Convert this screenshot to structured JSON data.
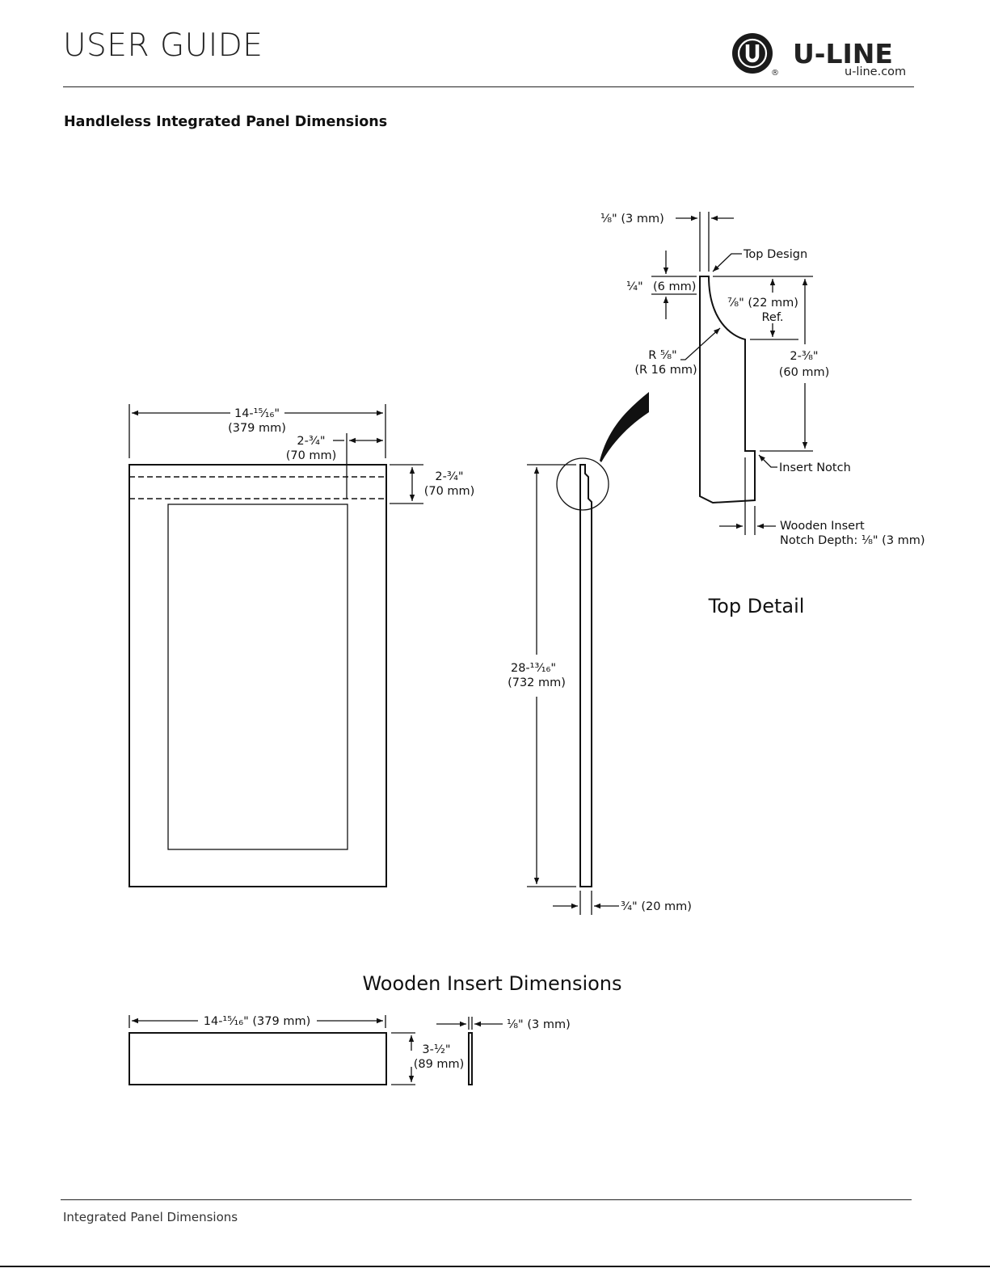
{
  "header": {
    "title": "USER GUIDE",
    "brand": "U-LINE",
    "site": "u-line.com",
    "registered": "®"
  },
  "section_heading": "Handleless Integrated Panel Dimensions",
  "front_view": {
    "width": "14-¹⁵⁄₁₆\"",
    "width_mm": "(379 mm)",
    "side_rail": "2-³⁄₄\"",
    "side_rail_mm": "(70 mm)",
    "top_rail": "2-³⁄₄\"",
    "top_rail_mm": "(70 mm)"
  },
  "side_view": {
    "height": "28-¹³⁄₁₆\"",
    "height_mm": "(732 mm)",
    "thickness": "³⁄₄\" (20 mm)"
  },
  "top_detail": {
    "title": "Top Detail",
    "top_gap": "¹⁄₈\" (3 mm)",
    "top_design": "Top Design",
    "lip": "¹⁄₄\"",
    "lip_mm": "(6 mm)",
    "curve_depth": "⁷⁄₈\" (22 mm)",
    "curve_ref": "Ref.",
    "radius": "R ⁵⁄₈\"",
    "radius_mm": "(R 16 mm)",
    "notch_height": "2-³⁄₈\"",
    "notch_height_mm": "(60 mm)",
    "insert_notch": "Insert Notch",
    "notch_depth_line1": "Wooden Insert",
    "notch_depth_line2": "Notch Depth: ¹⁄₈\" (3 mm)"
  },
  "wooden_insert": {
    "title": "Wooden Insert Dimensions",
    "width": "14-¹⁵⁄₁₆\" (379 mm)",
    "height": "3-¹⁄₂\"",
    "height_mm": "(89 mm)",
    "thickness": "¹⁄₈\" (3 mm)"
  },
  "footer": {
    "text": "Integrated Panel Dimensions"
  }
}
